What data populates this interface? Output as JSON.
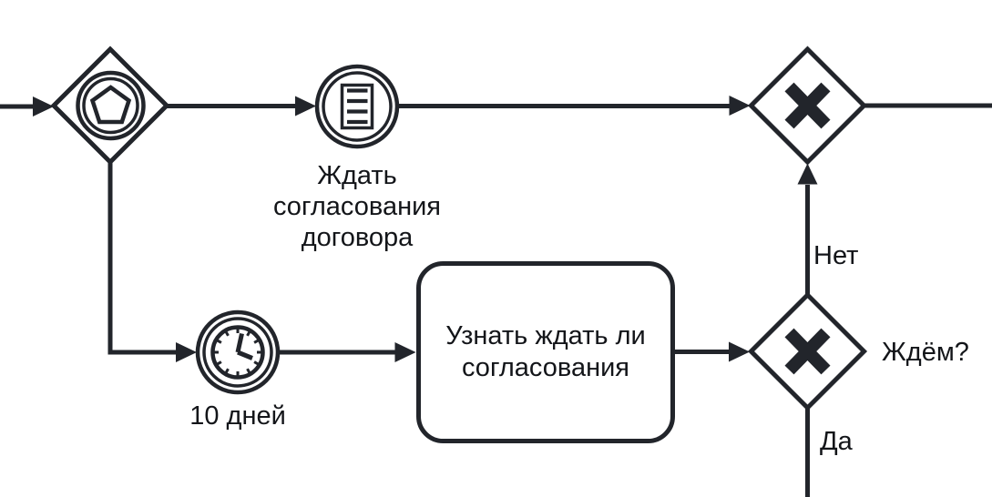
{
  "diagram": {
    "kind": "bpmn-process-diagram",
    "colors": {
      "stroke": "#22252b",
      "text": "#131519",
      "background": "#ffffff"
    },
    "nodes": {
      "event_based_gateway": {
        "type": "event-based-gateway",
        "icon": "pentagon-in-double-circle-icon"
      },
      "conditional_event": {
        "type": "conditional-intermediate-event",
        "icon": "lined-document-icon",
        "label": "Ждать\nсогласования\nдоговора"
      },
      "timer_event": {
        "type": "timer-intermediate-event",
        "icon": "clock-icon",
        "label": "10 дней"
      },
      "task": {
        "type": "task",
        "label": "Узнать ждать ли\nсогласования"
      },
      "merge_gateway": {
        "type": "exclusive-gateway",
        "icon": "x-marker-icon"
      },
      "decision_gateway": {
        "type": "exclusive-gateway",
        "icon": "x-marker-icon",
        "label": "Ждём?"
      }
    },
    "edges": {
      "no_flow": {
        "label": "Нет"
      },
      "yes_flow": {
        "label": "Да"
      }
    }
  }
}
